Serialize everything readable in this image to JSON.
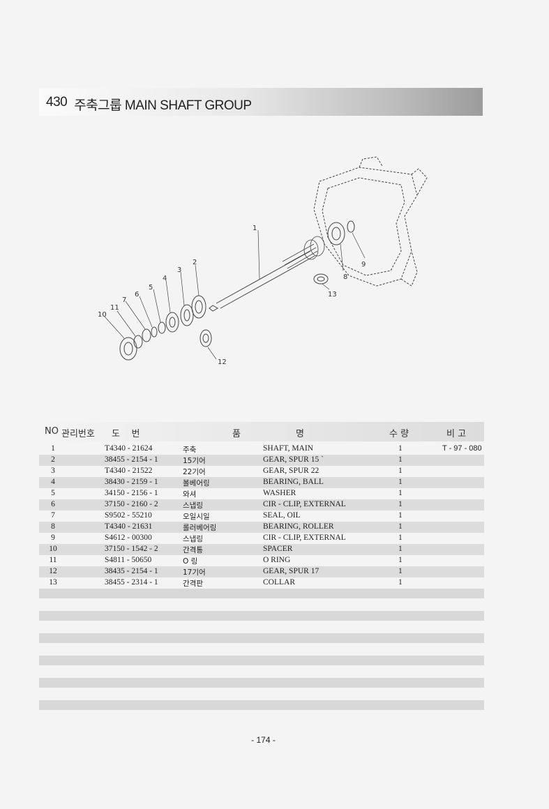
{
  "header": {
    "number": "430",
    "title": "주축그룹 MAIN SHAFT GROUP"
  },
  "diagram": {
    "callouts": [
      "1",
      "2",
      "3",
      "4",
      "5",
      "6",
      "7",
      "8",
      "9",
      "10",
      "11",
      "12",
      "13"
    ]
  },
  "table": {
    "headers": {
      "no": "NO",
      "mgmt": "관리번호",
      "drawing": "도    번",
      "name1": "품",
      "name2": "명",
      "qty": "수 량",
      "remark": "비 고"
    },
    "rows": [
      {
        "no": "1",
        "code": "T4340 - 21624",
        "kr": "주축",
        "en": "SHAFT, MAIN",
        "qty": "1",
        "remark": "T - 97 - 080"
      },
      {
        "no": "2",
        "code": "38455 - 2154 - 1",
        "kr": "15기어",
        "en": "GEAR, SPUR 15 `",
        "qty": "1",
        "remark": ""
      },
      {
        "no": "3",
        "code": "T4340 - 21522",
        "kr": "22기어",
        "en": "GEAR, SPUR 22",
        "qty": "1",
        "remark": ""
      },
      {
        "no": "4",
        "code": "38430 - 2159 - 1",
        "kr": "볼베어링",
        "en": "BEARING, BALL",
        "qty": "1",
        "remark": ""
      },
      {
        "no": "5",
        "code": "34150 - 2156 - 1",
        "kr": "와셔",
        "en": "WASHER",
        "qty": "1",
        "remark": ""
      },
      {
        "no": "6",
        "code": "37150 - 2160 - 2",
        "kr": "스냅링",
        "en": "CIR - CLIP, EXTERNAL",
        "qty": "1",
        "remark": ""
      },
      {
        "no": "7",
        "code": "S9502 - 55210",
        "kr": "오일시일",
        "en": "SEAL, OIL",
        "qty": "1",
        "remark": ""
      },
      {
        "no": "8",
        "code": "T4340 - 21631",
        "kr": "롤러베어링",
        "en": "BEARING, ROLLER",
        "qty": "1",
        "remark": ""
      },
      {
        "no": "9",
        "code": "S4612 - 00300",
        "kr": "스냅링",
        "en": "CIR - CLIP, EXTERNAL",
        "qty": "1",
        "remark": ""
      },
      {
        "no": "10",
        "code": "37150 - 1542 - 2",
        "kr": "간격통",
        "en": "SPACER",
        "qty": "1",
        "remark": ""
      },
      {
        "no": "11",
        "code": "S4811 - 50650",
        "kr": "O 링",
        "en": "O RING",
        "qty": "1",
        "remark": ""
      },
      {
        "no": "12",
        "code": "38435 - 2154 - 1",
        "kr": "17기어",
        "en": "GEAR, SPUR 17",
        "qty": "1",
        "remark": ""
      },
      {
        "no": "13",
        "code": "38455 - 2314 - 1",
        "kr": "간격판",
        "en": "COLLAR",
        "qty": "1",
        "remark": ""
      }
    ]
  },
  "footer": {
    "page": "- 174 -"
  }
}
